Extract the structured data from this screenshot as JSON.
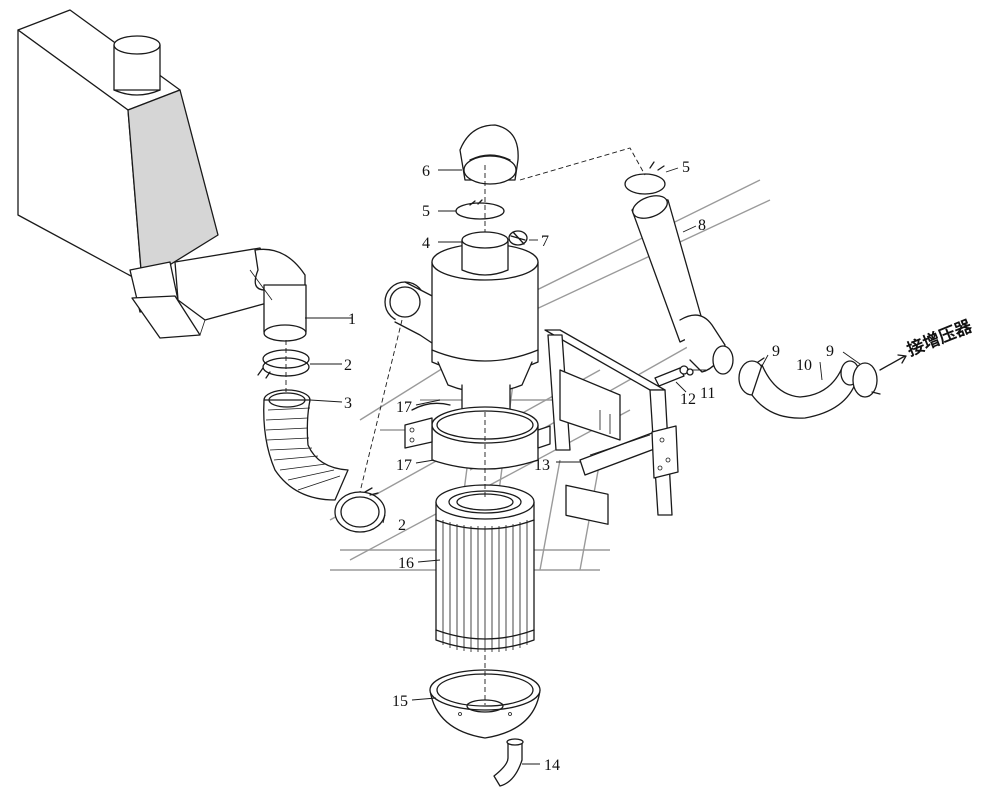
{
  "labels": {
    "p1": "1",
    "p2a": "2",
    "p2b": "2",
    "p3": "3",
    "p4": "4",
    "p5a": "5",
    "p5b": "5",
    "p6": "6",
    "p7": "7",
    "p8": "8",
    "p9a": "9",
    "p9b": "9",
    "p10": "10",
    "p11": "11",
    "p12": "12",
    "p13": "13",
    "p14": "14",
    "p15": "15",
    "p16": "16",
    "p17a": "17",
    "p17b": "17"
  },
  "note": "接增压器"
}
